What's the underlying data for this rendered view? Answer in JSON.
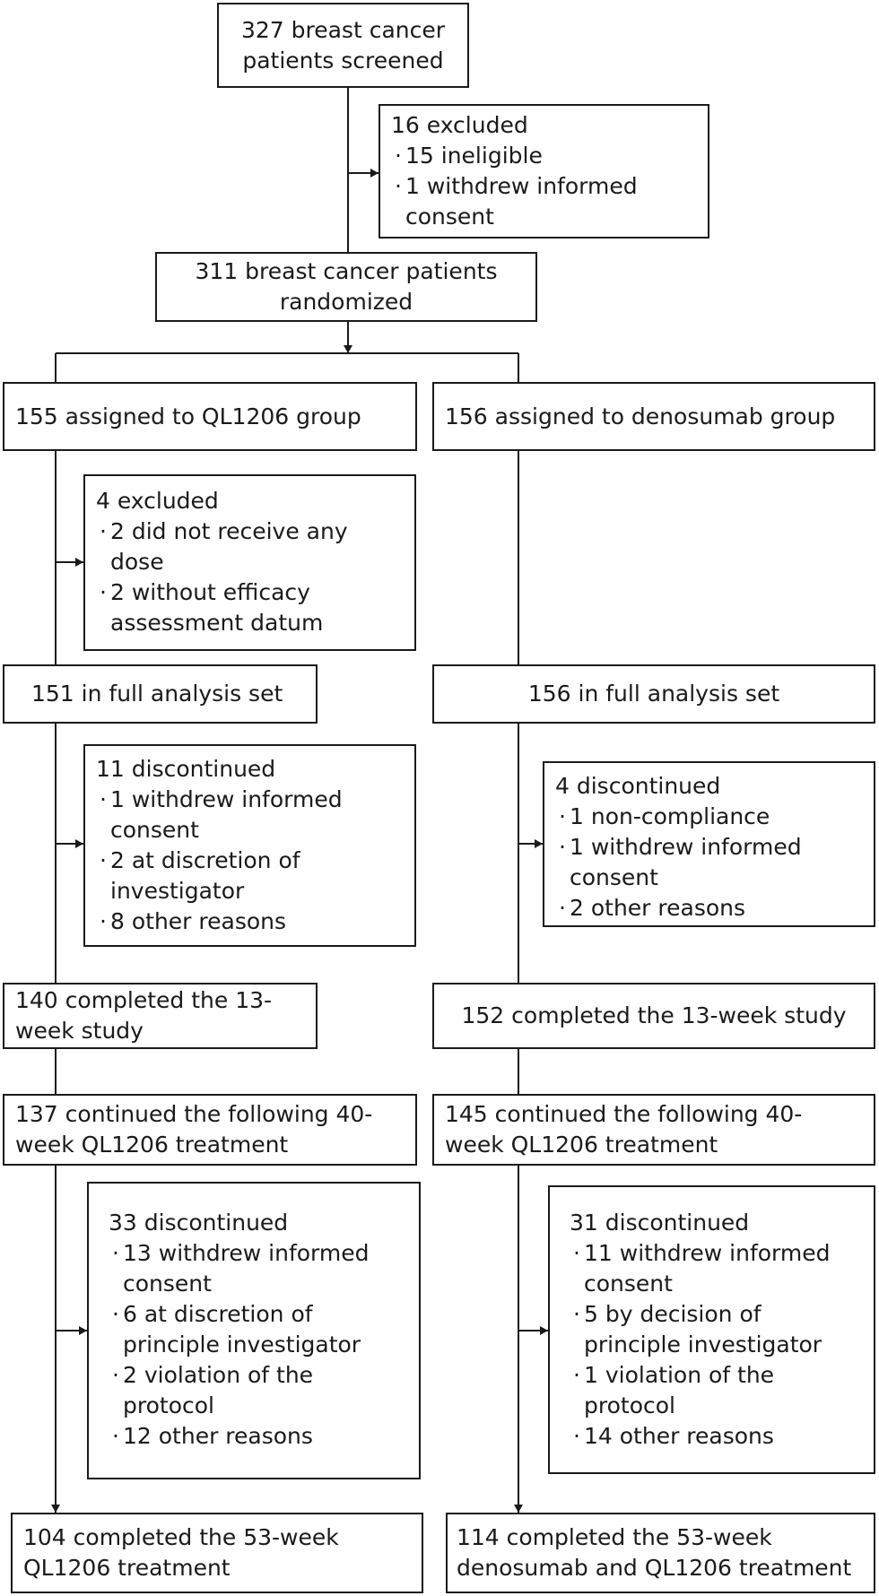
{
  "colors": {
    "stroke": "#1a1a1a",
    "background": "#ffffff"
  },
  "bullet_symbol": "·",
  "boxes": {
    "screened": {
      "lines": [
        "327 breast cancer",
        "patients screened"
      ]
    },
    "excluded_initial": {
      "heading": "16 excluded",
      "items": [
        {
          "lines": [
            "15 ineligible"
          ]
        },
        {
          "lines": [
            "1 withdrew informed",
            "consent"
          ]
        }
      ]
    },
    "randomized": {
      "lines": [
        "311 breast cancer patients",
        "randomized"
      ]
    },
    "ql_assigned": {
      "lines": [
        "155 assigned to QL1206 group"
      ]
    },
    "deno_assigned": {
      "lines": [
        "156 assigned to denosumab group"
      ]
    },
    "ql_excluded": {
      "heading": "4 excluded",
      "items": [
        {
          "lines": [
            "2 did not receive any",
            "dose"
          ]
        },
        {
          "lines": [
            "2 without efficacy",
            "assessment datum"
          ]
        }
      ]
    },
    "ql_fas": {
      "lines": [
        "151 in full analysis set"
      ]
    },
    "deno_fas": {
      "lines": [
        "156 in full analysis set"
      ]
    },
    "ql_discontinued_13": {
      "heading": "11 discontinued",
      "items": [
        {
          "lines": [
            "1 withdrew informed",
            "consent"
          ]
        },
        {
          "lines": [
            "2 at discretion of",
            "investigator"
          ]
        },
        {
          "lines": [
            "8 other reasons"
          ]
        }
      ]
    },
    "deno_discontinued_13": {
      "heading": "4 discontinued",
      "items": [
        {
          "lines": [
            "1 non-compliance"
          ]
        },
        {
          "lines": [
            "1 withdrew informed",
            "consent"
          ]
        },
        {
          "lines": [
            "2 other reasons"
          ]
        }
      ]
    },
    "ql_completed_13": {
      "lines": [
        "140 completed the 13-",
        "week study"
      ]
    },
    "deno_completed_13": {
      "lines": [
        "152 completed the 13-week study"
      ]
    },
    "ql_continued_40": {
      "lines": [
        "137 continued the following 40-",
        "week QL1206 treatment"
      ]
    },
    "deno_continued_40": {
      "lines": [
        "145 continued the following 40-",
        "week QL1206 treatment"
      ]
    },
    "ql_discontinued_40": {
      "heading": "33 discontinued",
      "items": [
        {
          "lines": [
            "13 withdrew informed",
            "consent"
          ]
        },
        {
          "lines": [
            "6 at discretion of",
            "principle investigator"
          ]
        },
        {
          "lines": [
            "2 violation of the",
            "protocol"
          ]
        },
        {
          "lines": [
            "12 other reasons"
          ]
        }
      ]
    },
    "deno_discontinued_40": {
      "heading": "31 discontinued",
      "items": [
        {
          "lines": [
            "11 withdrew informed",
            "consent"
          ]
        },
        {
          "lines": [
            "5 by decision of",
            "principle investigator"
          ]
        },
        {
          "lines": [
            "1 violation of the",
            "protocol"
          ]
        },
        {
          "lines": [
            "14 other reasons"
          ]
        }
      ]
    },
    "ql_completed_53": {
      "lines": [
        "104 completed the 53-week",
        "QL1206 treatment"
      ]
    },
    "deno_completed_53": {
      "lines": [
        "114 completed the 53-week",
        "denosumab and QL1206 treatment"
      ]
    }
  }
}
